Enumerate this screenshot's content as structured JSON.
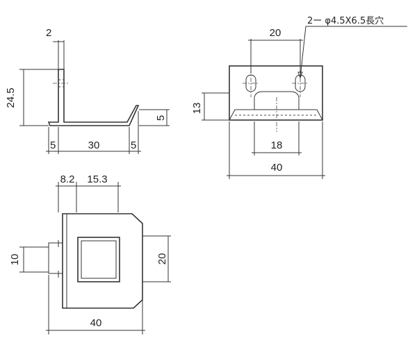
{
  "side_view": {
    "thickness": "2",
    "height": "24.5",
    "left_flange": "5",
    "base_length": "30",
    "right_flange": "5",
    "lip_height": "5"
  },
  "front_view": {
    "hole_pitch": "20",
    "hole_note": "2ー φ4.5X6.5長穴",
    "height": "13",
    "slot_width": "18",
    "overall_width": "40"
  },
  "top_view": {
    "offset_a": "8.2",
    "offset_b": "15.3",
    "tab_width": "10",
    "depth": "20",
    "overall_width": "40"
  }
}
